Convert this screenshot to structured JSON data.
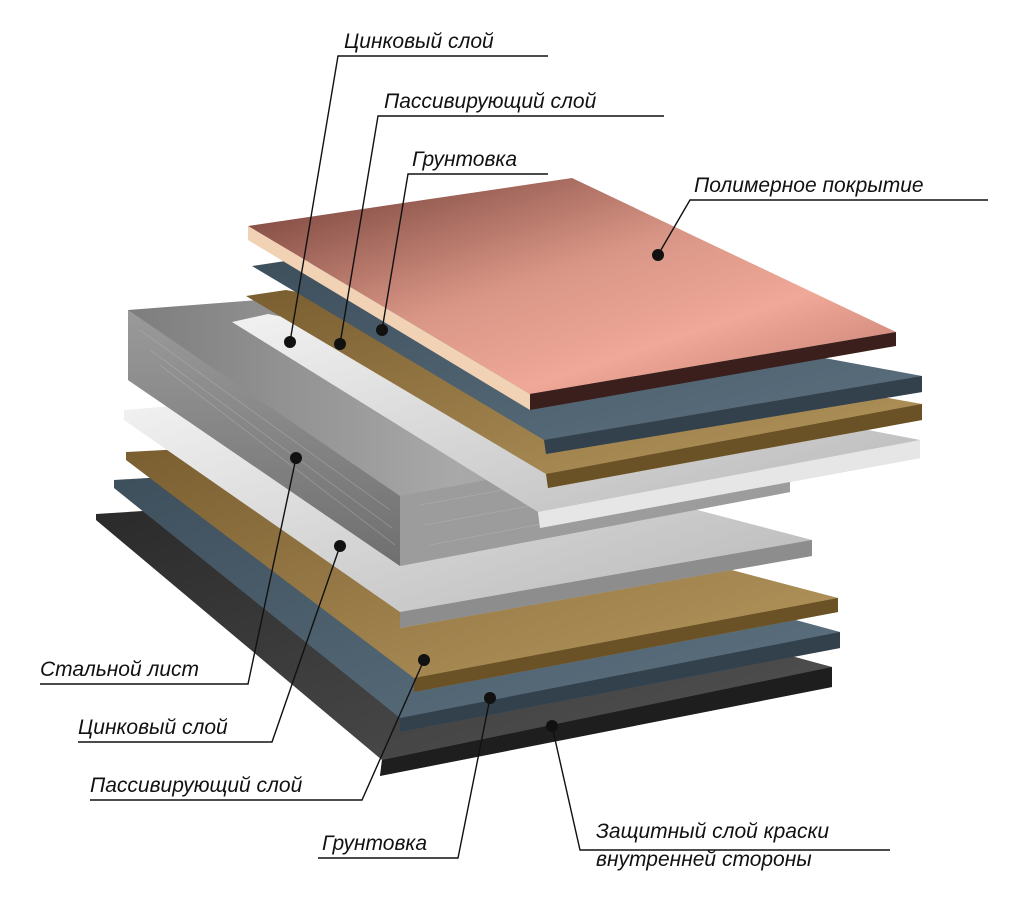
{
  "labels": {
    "top_zinc": "Цинковый слой",
    "top_passivating": "Пассивирующий слой",
    "top_primer": "Грунтовка",
    "polymer": "Полимерное покрытие",
    "steel": "Стальной лист",
    "bottom_zinc": "Цинковый слой",
    "bottom_passivating": "Пассивирующий слой",
    "bottom_primer": "Грунтовка",
    "protective_line1": "Защитный слой краски",
    "protective_line2": "внутренней стороны"
  },
  "colors": {
    "polymer": "#c98a7c",
    "primer": "#4a5c6a",
    "passivating": "#8a6d3b",
    "zinc": "#c8c8c8",
    "steel": "#8f8f8f",
    "protective_paint": "#3a3a3a"
  }
}
